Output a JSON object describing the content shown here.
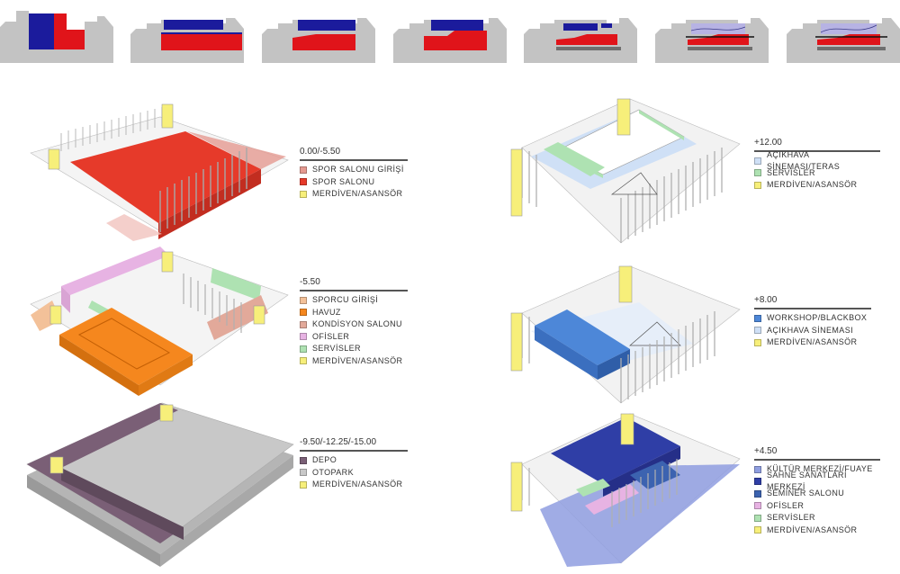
{
  "colors": {
    "spor_giris": "#e59a91",
    "spor_salonu": "#e63a2a",
    "merdiven": "#f7ef7a",
    "sporcu_giris": "#f3c199",
    "havuz": "#f5871e",
    "kondisyon": "#e2a99a",
    "ofisler": "#e7b3e3",
    "servisler": "#aee2b2",
    "depo": "#7a5f76",
    "otopark": "#c8c8c8",
    "acikhava": "#cfe0f6",
    "workshop": "#4d87d8",
    "kultur": "#8f9ee0",
    "sahne": "#2f3ea6",
    "seminer": "#3c63b0",
    "strip_gray": "#c3c3c3",
    "strip_blue": "#1b1b9c",
    "strip_red": "#e0141a"
  },
  "legends": [
    {
      "level": "0.00/-5.50",
      "items": [
        {
          "label": "SPOR SALONU GİRİŞİ",
          "color": "#e59a91"
        },
        {
          "label": "SPOR SALONU",
          "color": "#e63a2a"
        },
        {
          "label": "MERDİVEN/ASANSÖR",
          "color": "#f7ef7a"
        }
      ]
    },
    {
      "level": "-5.50",
      "items": [
        {
          "label": "SPORCU GİRİŞİ",
          "color": "#f3c199"
        },
        {
          "label": "HAVUZ",
          "color": "#f5871e"
        },
        {
          "label": "KONDİSYON SALONU",
          "color": "#e2a99a"
        },
        {
          "label": "OFİSLER",
          "color": "#e7b3e3"
        },
        {
          "label": "SERVİSLER",
          "color": "#aee2b2"
        },
        {
          "label": "MERDİVEN/ASANSÖR",
          "color": "#f7ef7a"
        }
      ]
    },
    {
      "level": "-9.50/-12.25/-15.00",
      "items": [
        {
          "label": "DEPO",
          "color": "#7a5f76"
        },
        {
          "label": "OTOPARK",
          "color": "#c8c8c8"
        },
        {
          "label": "MERDİVEN/ASANSÖR",
          "color": "#f7ef7a"
        }
      ]
    },
    {
      "level": "+12.00",
      "items": [
        {
          "label": "AÇIKHAVA SİNEMASI/TERAS",
          "color": "#cfe0f6"
        },
        {
          "label": "SERVİSLER",
          "color": "#aee2b2"
        },
        {
          "label": "MERDİVEN/ASANSÖR",
          "color": "#f7ef7a"
        }
      ]
    },
    {
      "level": "+8.00",
      "items": [
        {
          "label": "WORKSHOP/BLACKBOX",
          "color": "#4d87d8"
        },
        {
          "label": "AÇIKHAVA SİNEMASI",
          "color": "#cfe0f6"
        },
        {
          "label": "MERDİVEN/ASANSÖR",
          "color": "#f7ef7a"
        }
      ]
    },
    {
      "level": "+4.50",
      "items": [
        {
          "label": "KÜLTÜR MERKEZİ/FUAYE",
          "color": "#8f9ee0"
        },
        {
          "label": "SAHNE SANATLARI MERKEZİ",
          "color": "#2f3ea6"
        },
        {
          "label": "SEMİNER SALONU",
          "color": "#3c63b0"
        },
        {
          "label": "OFİSLER",
          "color": "#e7b3e3"
        },
        {
          "label": "SERVİSLER",
          "color": "#aee2b2"
        },
        {
          "label": "MERDİVEN/ASANSÖR",
          "color": "#f7ef7a"
        }
      ]
    }
  ]
}
